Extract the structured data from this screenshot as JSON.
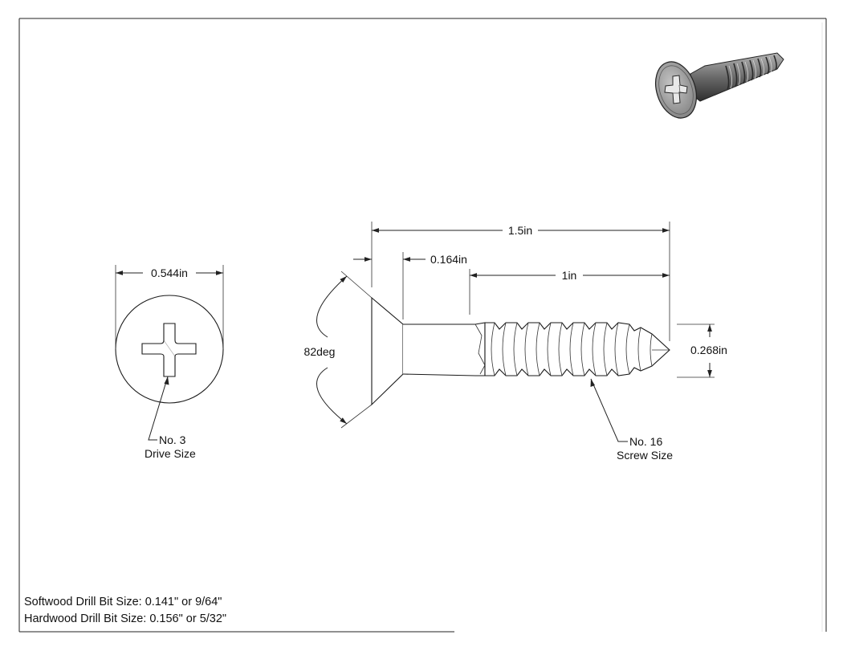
{
  "dimensions": {
    "head_diameter": "0.544in",
    "overall_length": "1.5in",
    "head_height": "0.164in",
    "thread_length": "1in",
    "head_angle": "82deg",
    "major_diameter": "0.268in"
  },
  "callouts": {
    "drive_line1": "No. 3",
    "drive_line2": "Drive Size",
    "screw_line1": "No. 16",
    "screw_line2": "Screw Size"
  },
  "notes": {
    "softwood": "Softwood Drill Bit Size: 0.141\" or 9/64\"",
    "hardwood": "Hardwood Drill Bit Size: 0.156\" or 5/32\""
  },
  "colors": {
    "line": "#222222",
    "background": "#ffffff",
    "iso_body": "#8a8a8a",
    "iso_dark": "#3c3c3c"
  },
  "icons": {
    "drive_type": "phillips-cross",
    "arrows": "dimension-arrowhead"
  }
}
